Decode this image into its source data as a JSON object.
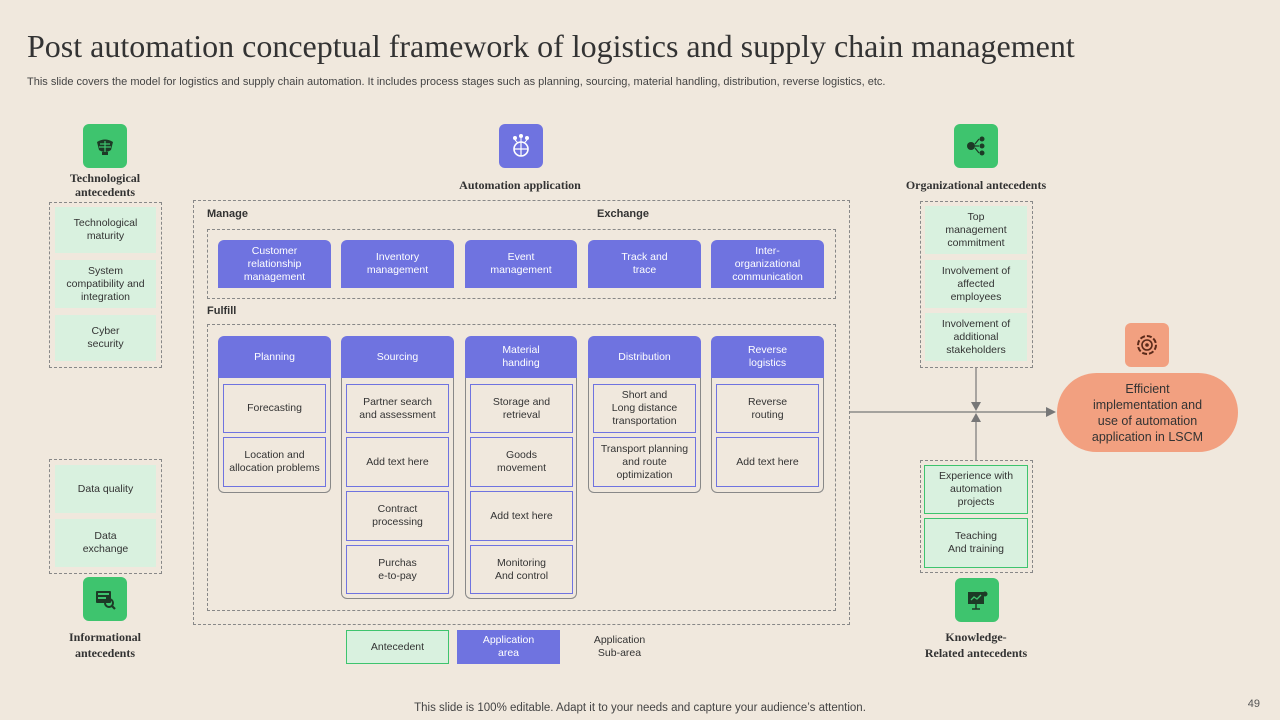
{
  "header": {
    "title": "Post automation conceptual framework of logistics and supply chain management",
    "subtitle": "This slide covers the model for logistics and supply chain automation. It includes process stages such as planning, sourcing, material handling, distribution, reverse logistics, etc."
  },
  "technological": {
    "label": "Technological\nantecedents",
    "items": [
      "Technological\nmaturity",
      "System\ncompatibility and\nintegration",
      "Cyber\nsecurity"
    ]
  },
  "informational": {
    "label": "Informational\nantecedents",
    "items": [
      "Data quality",
      "Data\nexchange"
    ]
  },
  "organizational": {
    "label": "Organizational antecedents",
    "items": [
      "Top\nmanagement\ncommitment",
      "Involvement of\naffected\nemployees",
      "Involvement of\nadditional\nstakeholders"
    ]
  },
  "knowledge": {
    "label": "Knowledge-\nRelated antecedents",
    "items": [
      "Experience with\nautomation\nprojects",
      "Teaching\nAnd training"
    ]
  },
  "automation": {
    "label": "Automation application",
    "manage_label": "Manage",
    "exchange_label": "Exchange",
    "fulfill_label": "Fulfill",
    "manage_items": [
      "Customer\nrelationship\nmanagement",
      "Inventory\nmanagement",
      "Event\nmanagement",
      "Track and\ntrace",
      "Inter-\norganizational\ncommunication"
    ],
    "fulfill_columns": [
      {
        "head": "Planning",
        "items": [
          "Forecasting",
          "Location and\nallocation problems"
        ]
      },
      {
        "head": "Sourcing",
        "items": [
          "Partner search\nand assessment",
          "Add text here",
          "Contract\nprocessing",
          "Purchas\ne-to-pay"
        ]
      },
      {
        "head": "Material\nhanding",
        "items": [
          "Storage and\nretrieval",
          "Goods\nmovement",
          "Add text here",
          "Monitoring\nAnd control"
        ]
      },
      {
        "head": "Distribution",
        "items": [
          "Short and\nLong distance\ntransportation",
          "Transport planning\nand route\noptimization"
        ]
      },
      {
        "head": "Reverse\nlogistics",
        "items": [
          "Reverse\nrouting",
          "Add text here"
        ]
      }
    ]
  },
  "outcome": {
    "text": "Efficient\nimplementation and\nuse of automation\napplication in LSCM"
  },
  "legend": {
    "antecedent": "Antecedent",
    "area": "Application\narea",
    "subarea": "Application\nSub-area"
  },
  "footer": {
    "text": "This slide is 100% editable. Adapt it to your needs and capture your audience’s attention.",
    "page": "49"
  },
  "icons": {
    "technological": "globe-icon",
    "automation": "network-globe-icon",
    "organizational": "org-chart-icon",
    "informational": "data-search-icon",
    "knowledge": "presentation-icon",
    "outcome": "target-gear-icon"
  },
  "colors": {
    "background": "#f0e8dd",
    "green": "#3ec46e",
    "light_green": "#d9f1df",
    "blue": "#6f73e0",
    "orange": "#f2a080"
  }
}
